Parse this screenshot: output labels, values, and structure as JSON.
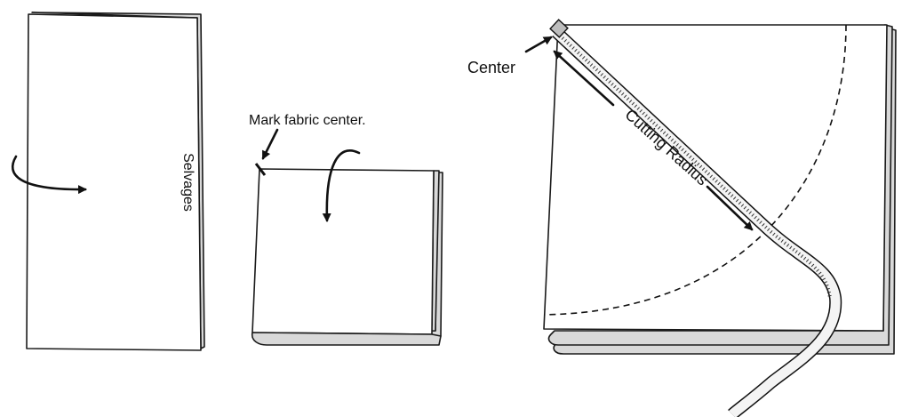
{
  "labels": {
    "selvages": "Selvages",
    "mark_center": "Mark fabric center.",
    "center": "Center",
    "cutting_radius": "Cutting Radius"
  },
  "colors": {
    "line": "#1a1a1a",
    "fold_shade": "#d9d9d9",
    "background": "#ffffff"
  },
  "icons": [
    "fold-arrow-icon",
    "pointer-arrow-icon",
    "measuring-tape-icon"
  ]
}
